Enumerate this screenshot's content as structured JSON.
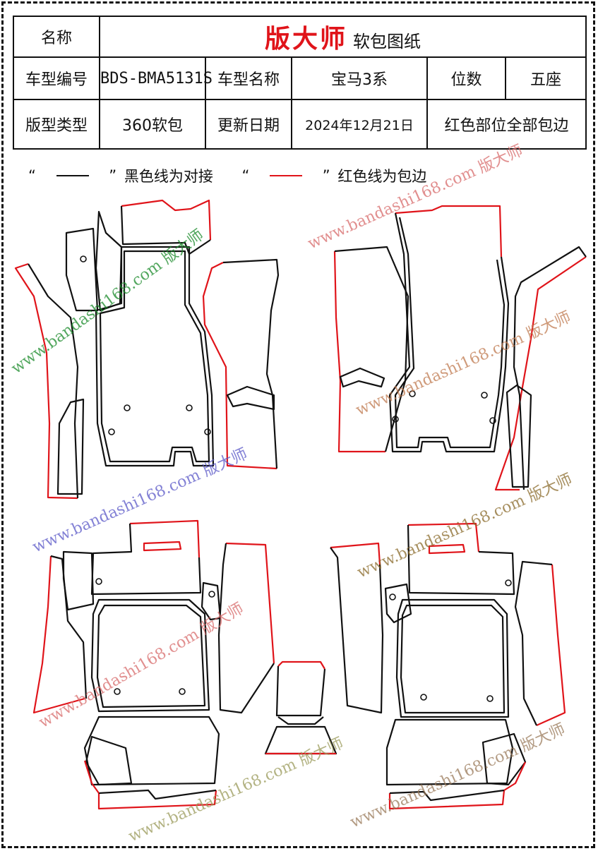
{
  "header": {
    "name_label": "名称",
    "brand": "版大师",
    "doc_title": "软包图纸",
    "model_code_label": "车型编号",
    "model_code": "BDS-BMA5131S",
    "model_name_label": "车型名称",
    "model_name": "宝马3系",
    "seats_label": "位数",
    "seats": "五座",
    "type_label": "版型类型",
    "type": "360软包",
    "update_label": "更新日期",
    "update_date": "2024年12月21日",
    "note": "红色部位全部包边"
  },
  "legend": {
    "black_quote_open": "“",
    "black_quote_close": "”",
    "black_text": "黑色线为对接",
    "red_quote_open": "“",
    "red_quote_close": "”",
    "red_text": "红色线为包边"
  },
  "watermark": {
    "text": "www.bandashi168.com 版大师"
  },
  "colors": {
    "edge_black": "#111111",
    "edge_red": "#e0141a",
    "wm_green": "#1a8a2a",
    "wm_blue": "#5a58c8",
    "wm_red": "#d86a6a",
    "wm_olive": "#9a9a5a"
  }
}
